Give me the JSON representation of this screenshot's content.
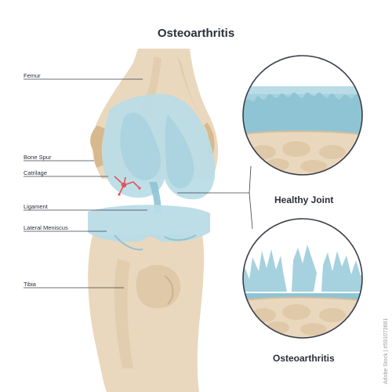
{
  "title": "Osteoarthritis",
  "labels": {
    "femur": "Femur",
    "bone_spur": "Bone Spur",
    "cartilage": "Catrilage",
    "ligament": "Ligament",
    "lateral_meniscus": "Lateral Meniscus",
    "tibia": "Tibia"
  },
  "insets": {
    "healthy": "Healthy Joint",
    "osteoarthritis": "Osteoarthritis"
  },
  "watermark": "Adobe Stock | #591073681",
  "colors": {
    "bone": "#ead8be",
    "bone_shadow": "#d6bf9c",
    "cartilage": "#b9dce6",
    "cartilage_dark": "#8fc4d4",
    "cartilage_deep": "#6fb0c4",
    "inflammation": "#e2535a",
    "line": "#3a3f4a",
    "text": "#2b2f3a"
  }
}
